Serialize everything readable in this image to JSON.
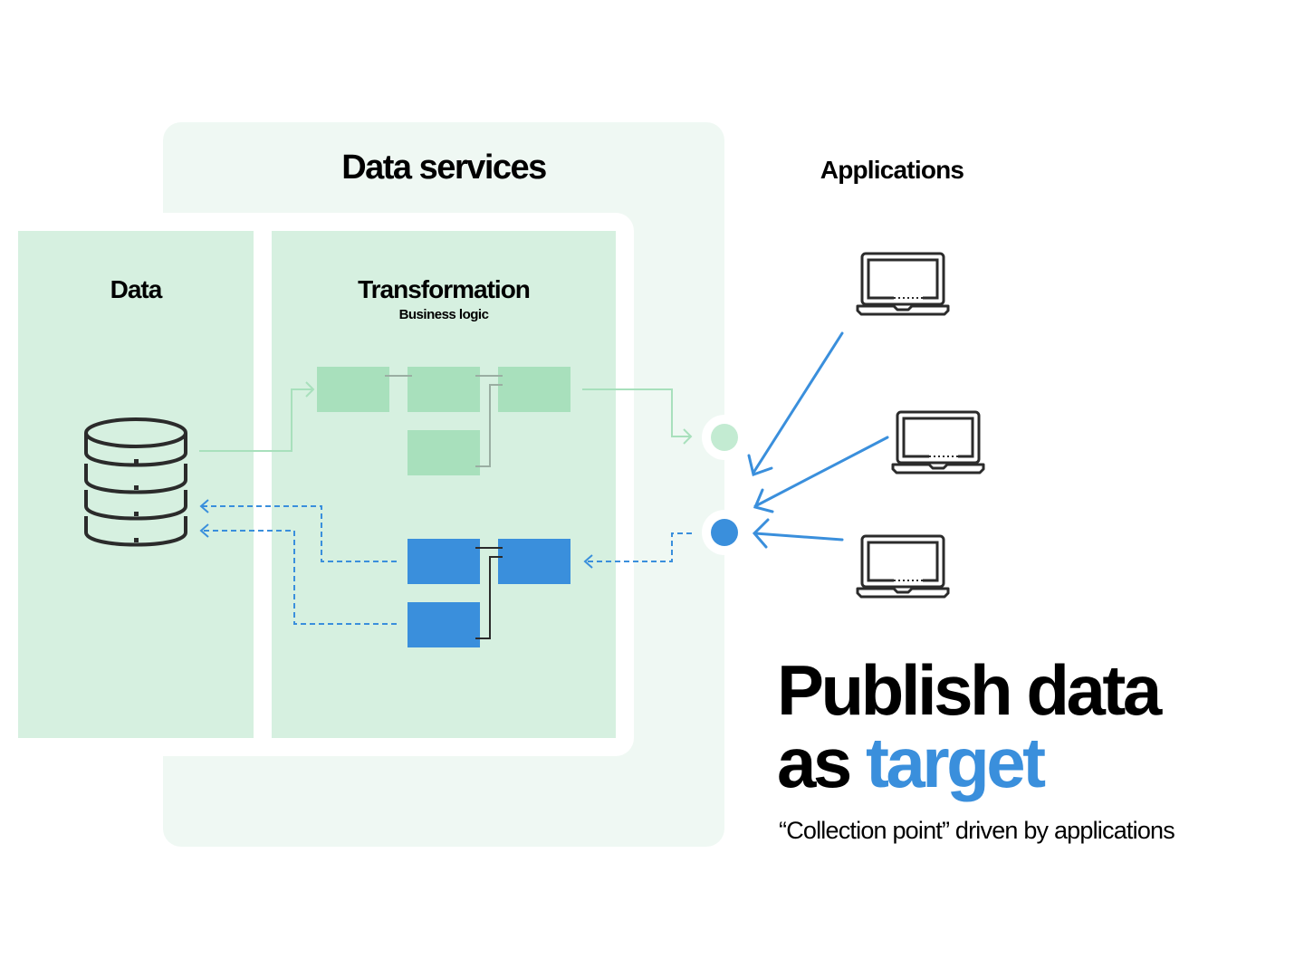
{
  "colors": {
    "outer_panel": "#eff8f3",
    "inner_panel": "#d6f0e0",
    "green_block": "#a8e0bc",
    "green_line": "#a8e0bc",
    "green_node": "#c3ebd2",
    "blue": "#3a8fdc",
    "dark": "#2b2b2b",
    "connector_gray": "#9aaea2"
  },
  "sections": {
    "data_services": {
      "title": "Data services"
    },
    "data": {
      "title": "Data"
    },
    "transformation": {
      "title": "Transformation",
      "subtitle": "Business logic"
    },
    "applications": {
      "title": "Applications"
    }
  },
  "headline": {
    "line1": "Publish data",
    "line2_prefix": "as",
    "line2_accent": "target"
  },
  "caption": "“Collection point” driven by applications",
  "nodes": {
    "green_blocks": [
      "block-1",
      "block-2",
      "block-3",
      "block-4"
    ],
    "blue_blocks": [
      "block-1",
      "block-2",
      "block-3"
    ],
    "collection_points": [
      {
        "name": "publish-point",
        "color": "green"
      },
      {
        "name": "collection-point",
        "color": "blue"
      }
    ],
    "applications": [
      "laptop-1",
      "laptop-2",
      "laptop-3"
    ],
    "data_store": "database-icon"
  }
}
